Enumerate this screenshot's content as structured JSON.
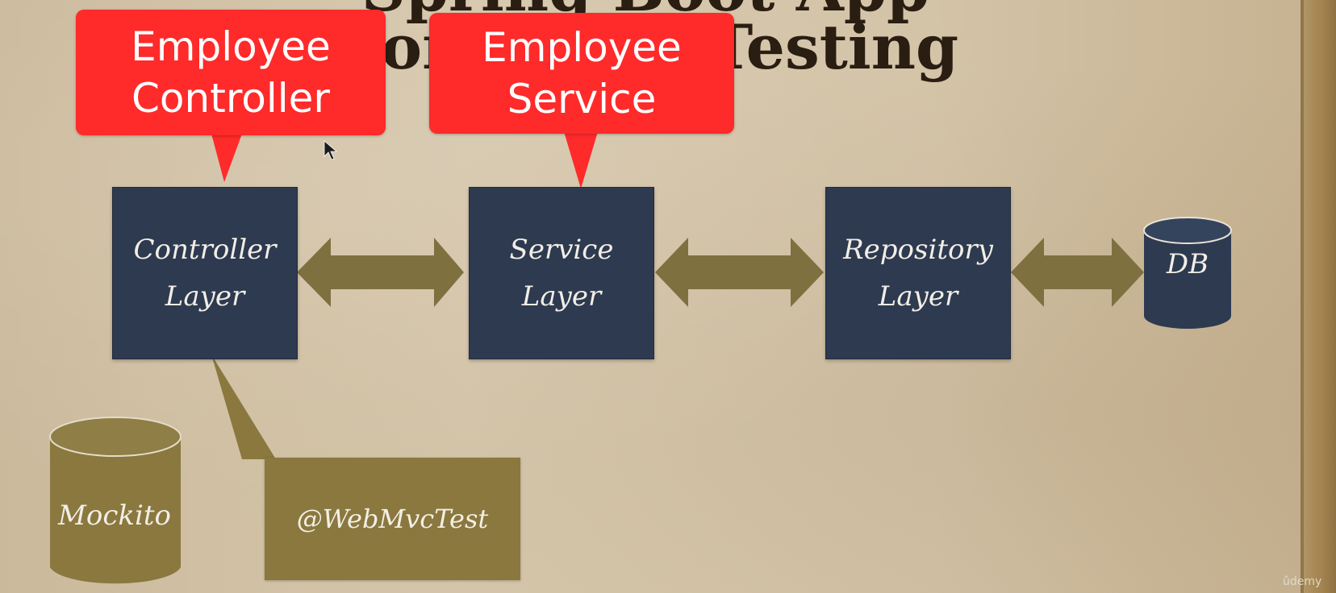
{
  "slide": {
    "title_line1": "Spring Boot App",
    "title_line2": "Controller Testing"
  },
  "layers": [
    {
      "label": "Controller\nLayer"
    },
    {
      "label": "Service\nLayer"
    },
    {
      "label": "Repository\nLayer"
    }
  ],
  "database": {
    "label": "DB"
  },
  "callouts": {
    "controller": "Employee\nController",
    "service": "Employee\nService"
  },
  "annotation": {
    "label": "@WebMvcTest"
  },
  "mock_cylinder": {
    "label": "Mockito"
  },
  "watermark": "ûdemy",
  "colors": {
    "layer_box": "#2d3a50",
    "arrow": "#7f7040",
    "callout": "#ff2a2a",
    "annotation_box": "#8a783f",
    "background": "#d3c3a7"
  }
}
